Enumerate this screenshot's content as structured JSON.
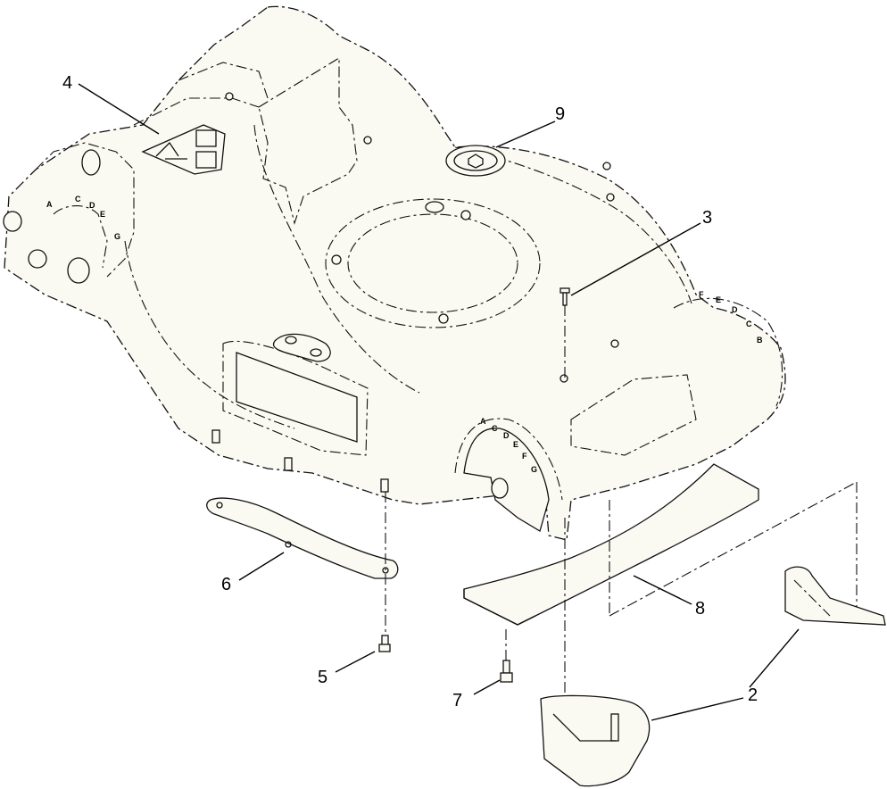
{
  "callouts": [
    {
      "id": "c1",
      "label": "4"
    },
    {
      "id": "c2",
      "label": "9"
    },
    {
      "id": "c3",
      "label": "3"
    },
    {
      "id": "c4",
      "label": "6"
    },
    {
      "id": "c5",
      "label": "8"
    },
    {
      "id": "c6",
      "label": "5"
    },
    {
      "id": "c7",
      "label": "7"
    },
    {
      "id": "c8",
      "label": "2"
    }
  ],
  "height_letters_front": [
    "A",
    "C",
    "D",
    "E",
    "G"
  ],
  "height_letters_rear": [
    "A",
    "C",
    "D",
    "E",
    "F",
    "G"
  ],
  "height_letters_right": [
    "F",
    "E",
    "D",
    "C",
    "B"
  ]
}
